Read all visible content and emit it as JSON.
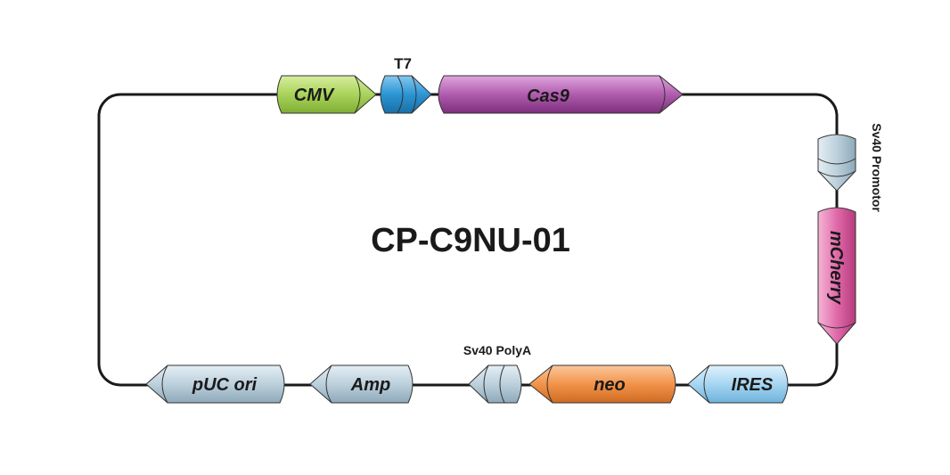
{
  "title": "CP-C9NU-01",
  "features": {
    "cmv": {
      "label": "CMV",
      "color": "#a9d35a"
    },
    "t7": {
      "label": "T7",
      "color": "#2b95d4"
    },
    "cas9": {
      "label": "Cas9",
      "color": "#a84aa6"
    },
    "sv40_promoter": {
      "label": "Sv40 Promotor",
      "color": "#b3c9d6"
    },
    "mcherry": {
      "label": "mCherry",
      "color": "#e06aa9"
    },
    "ires": {
      "label": "IRES",
      "color": "#9fd0ee"
    },
    "neo": {
      "label": "neo",
      "color": "#f2934a"
    },
    "sv40_polya": {
      "label": "Sv40 PolyA",
      "color": "#b3c9d6"
    },
    "amp": {
      "label": "Amp",
      "color": "#b3c9d6"
    },
    "puc_ori": {
      "label": "pUC ori",
      "color": "#b3c9d6"
    }
  },
  "backbone_color": "#1a1a1a"
}
